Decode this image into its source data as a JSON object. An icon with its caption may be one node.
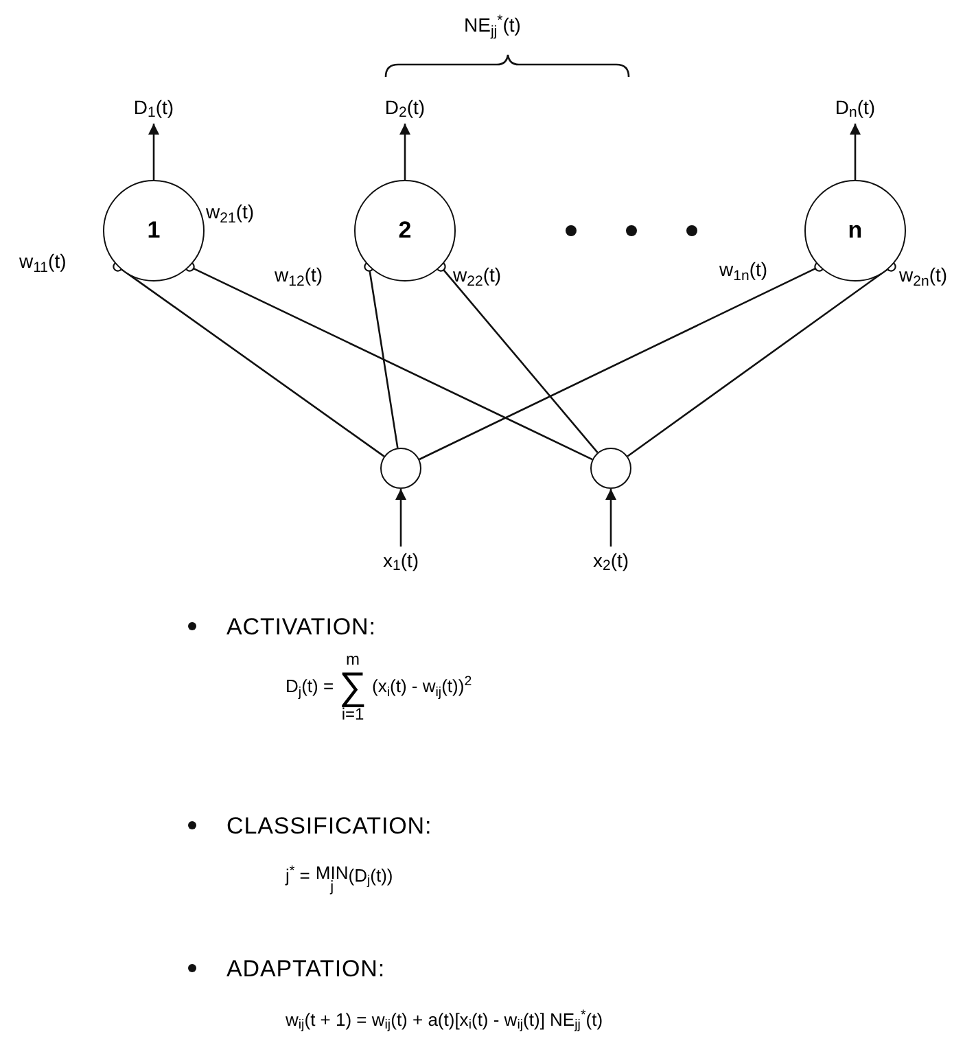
{
  "diagram": {
    "nodes": [
      {
        "text": [
          "1"
        ]
      },
      {
        "text": [
          "2"
        ]
      },
      {
        "text": [
          "n"
        ]
      },
      {
        "text": [],
        "shape": "circle"
      },
      {
        "text": [],
        "shape": "circle"
      },
      {
        "text": [
          "D$_{1}$(t)"
        ]
      },
      {
        "text": [
          "D$_{2}$(t)"
        ]
      },
      {
        "text": [
          "D$_{n}$(t)"
        ]
      },
      {
        "text": [
          "x$_{1}$(t)"
        ]
      },
      {
        "text": [
          "x$_{2}$(t)"
        ]
      }
    ],
    "edges": [
      {
        "from": 0,
        "to": 5,
        "arrow": "to"
      },
      {
        "from": 1,
        "to": 6,
        "arrow": "to"
      },
      {
        "from": 2,
        "to": 7,
        "arrow": "to"
      },
      {
        "from": 3,
        "to": 0,
        "arrow": "other"
      },
      {
        "from": 4,
        "to": 0,
        "arrow": "other"
      },
      {
        "from": 3,
        "to": 1,
        "arrow": "other"
      },
      {
        "from": 4,
        "to": 1,
        "arrow": "other"
      },
      {
        "from": 3,
        "to": 2,
        "arrow": "other"
      },
      {
        "from": 4,
        "to": 2,
        "arrow": "other"
      },
      {
        "from": 8,
        "to": 3,
        "arrow": "to"
      },
      {
        "from": 9,
        "to": 4,
        "arrow": "to"
      }
    ],
    "labels": [
      "NE$_{jj}$$^{*}$(t)",
      "w$_{21}$(t)",
      "w$_{11}$(t)",
      "w$_{12}$(t)",
      "w$_{22}$(t)",
      "w$_{1n}$(t)",
      "w$_{2n}$(t)",
      "ACTIVATION:",
      "D$_{j}$(t) =",
      "m",
      "∑",
      "i=1",
      "(x$_{i}$(t) - w$_{ij}$(t))$^{2}$",
      "CLASSIFICATION:",
      "j$^{*}$ =",
      "MIN",
      "j",
      "(D$_{j}$(t))",
      "ADAPTATION:",
      "w$_{ij}$(t + 1) = w$_{ij}$(t) + a(t)[x$_{i}$(t) - w$_{ij}$(t)] NE$_{jj}$$^{*}$(t)"
    ]
  }
}
